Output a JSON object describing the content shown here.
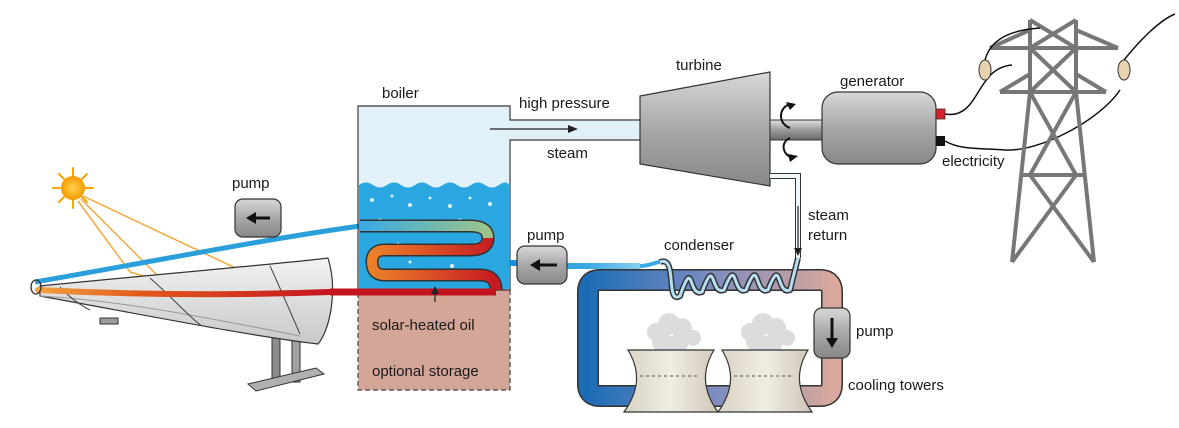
{
  "labels": {
    "boiler": "boiler",
    "high_pressure": "high pressure",
    "steam": "steam",
    "turbine": "turbine",
    "generator": "generator",
    "electricity": "electricity",
    "pump_collector": "pump",
    "pump_return": "pump",
    "pump_cooling": "pump",
    "condenser": "condenser",
    "steam_return_1": "steam",
    "steam_return_2": "return",
    "solar_heated_oil": "solar-heated oil",
    "optional_storage": "optional storage",
    "cooling_towers": "cooling towers"
  },
  "colors": {
    "sun": "#f7a600",
    "sun_rays": "#f2a93b",
    "water": "#d6ecf8",
    "water_surface": "#27a6e0",
    "hot_oil": "#c4141f",
    "warm_oil": "#e8711d",
    "cold_pipe": "#2b9fdc",
    "storage": "#d4a698",
    "machine_gray": "#9a9a9a",
    "cooling_loop_cold": "#1d6db5",
    "cooling_loop_warm": "#d9a79b",
    "tower": "#e9e3d7",
    "pylon": "#757575"
  },
  "icons": [
    "sun-icon",
    "pump-icon",
    "turbine-icon",
    "generator-icon",
    "pylon-icon",
    "cooling-tower-icon",
    "parabolic-trough-icon"
  ]
}
